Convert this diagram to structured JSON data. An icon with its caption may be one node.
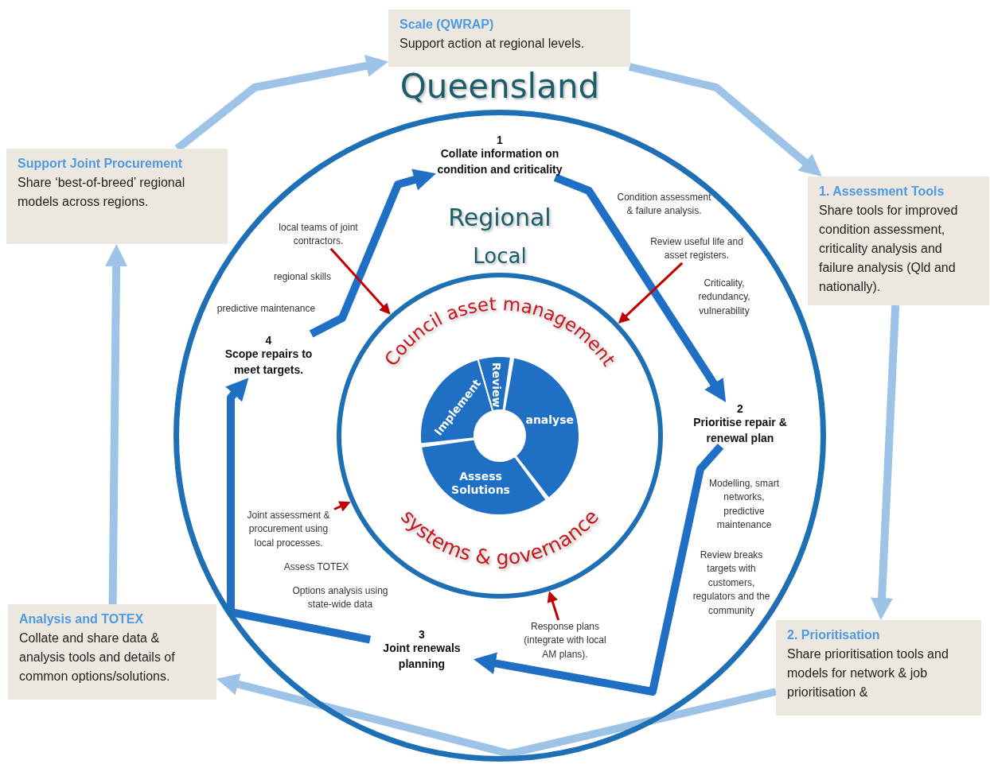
{
  "diagram": {
    "nodes": [
      {
        "text": [
          "Scale (QWRAP)",
          "Support action at regional levels."
        ]
      },
      {
        "text": [
          "Support Joint Procurement",
          "Share ‘best-of-breed’ regional models across regions."
        ]
      },
      {
        "text": [
          "1. Assessment Tools",
          "Share tools for improved condition assessment, criticality analysis and failure analysis (Qld and nationally)."
        ]
      },
      {
        "text": [
          "Queensland",
          "Regional"
        ]
      },
      {
        "text": [
          "1",
          "Collate information on condition and criticality"
        ],
        "in": 3
      },
      {
        "text": [
          "local teams of joint contractors."
        ],
        "in": 3
      },
      {
        "text": [
          "Review useful life and asset registers."
        ],
        "in": 3
      },
      {
        "text": [
          "Local",
          "Council asset management",
          "systems & governance"
        ],
        "in": 3
      },
      {
        "text": [
          "Review"
        ],
        "in": 7
      },
      {
        "text": [
          "analyse"
        ],
        "in": 7
      },
      {
        "text": [
          "Implement"
        ],
        "in": 7
      },
      {
        "text": [
          "Assess Solutions"
        ],
        "in": 7
      },
      {
        "text": [
          "4",
          "Scope repairs to meet targets."
        ],
        "in": 3
      },
      {
        "text": [
          "2",
          "Prioritise repair & renewal plan"
        ],
        "in": 3
      },
      {
        "text": [
          "Joint assessment & procurement using local processes."
        ],
        "in": 3
      },
      {
        "text": [
          "Response plans (integrate with local AM plans)."
        ],
        "in": 3
      },
      {
        "text": [
          "3",
          "Joint renewals planning"
        ],
        "in": 3
      },
      {
        "text": [
          "Analysis and TOTEX",
          "Collate and share data & analysis tools and details of common options/solutions."
        ]
      },
      {
        "text": [
          "2. Prioritisation",
          "Share prioritisation tools and models for network & job prioritisation &"
        ]
      }
    ],
    "edges": [
      {
        "from": 1,
        "to": 0,
        "arrow": "to",
        "color": "#9dc3e6"
      },
      {
        "from": 0,
        "to": 2,
        "arrow": "to",
        "color": "#9dc3e6"
      },
      {
        "from": 2,
        "to": 18,
        "arrow": "to",
        "color": "#9dc3e6"
      },
      {
        "from": 18,
        "to": 17,
        "arrow": "to",
        "color": "#9dc3e6"
      },
      {
        "from": 17,
        "to": 1,
        "arrow": "to",
        "color": "#9dc3e6"
      },
      {
        "from": 12,
        "to": 4,
        "arrow": "to",
        "color": "#1f6fc5"
      },
      {
        "from": 4,
        "to": 13,
        "arrow": "to",
        "color": "#1f6fc5"
      },
      {
        "from": 13,
        "to": 16,
        "arrow": "to",
        "color": "#1f6fc5"
      },
      {
        "from": 16,
        "to": 12,
        "arrow": "to",
        "color": "#1f6fc5"
      },
      {
        "from": 5,
        "to": 7,
        "arrow": "to",
        "color": "#c00000"
      },
      {
        "from": 6,
        "to": 7,
        "arrow": "to",
        "color": "#c00000"
      },
      {
        "from": 14,
        "to": 7,
        "arrow": "to",
        "color": "#c00000"
      },
      {
        "from": 15,
        "to": 7,
        "arrow": "to",
        "color": "#c00000"
      }
    ],
    "labels": [
      "Condition assessment & failure analysis.",
      "regional skills",
      "Criticality, redundancy, vulnerability",
      "predictive maintenance",
      "Modelling, smart networks, predictive maintenance",
      "Assess TOTEX",
      "Options analysis using state-wide data",
      "Review breaks targets with customers, regulators and the community"
    ]
  }
}
